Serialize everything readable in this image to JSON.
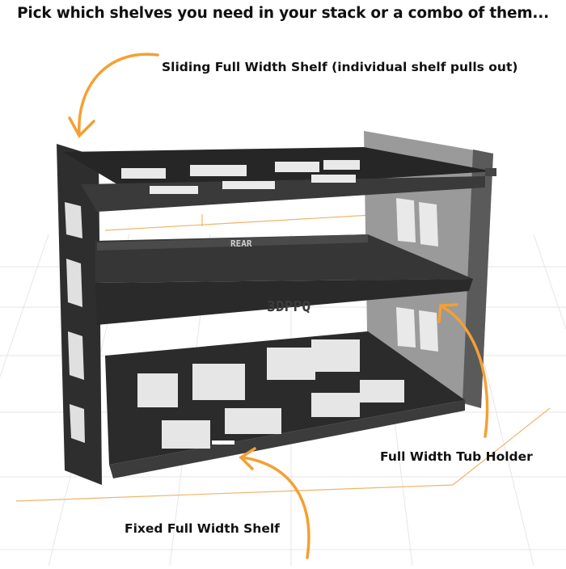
{
  "headline": "Pick which shelves you need in your stack or a combo of them...",
  "labels": {
    "sliding_shelf": "Sliding Full Width Shelf (individual shelf pulls out)",
    "tub_holder": "Full Width Tub Holder",
    "fixed_shelf": "Fixed Full Width Shelf"
  },
  "embossed": {
    "rear": "REAR",
    "brand": "3DPPQ"
  },
  "colors": {
    "metal_dark": "#2b2b2b",
    "metal_mid": "#3d3d3d",
    "metal_light": "#8a8a8a",
    "arrow": "#f5a033",
    "grid_accent": "#f0b46a",
    "text": "#111111"
  },
  "icons": [
    "curved-arrow-icon",
    "curved-arrow-icon",
    "curved-arrow-icon"
  ]
}
